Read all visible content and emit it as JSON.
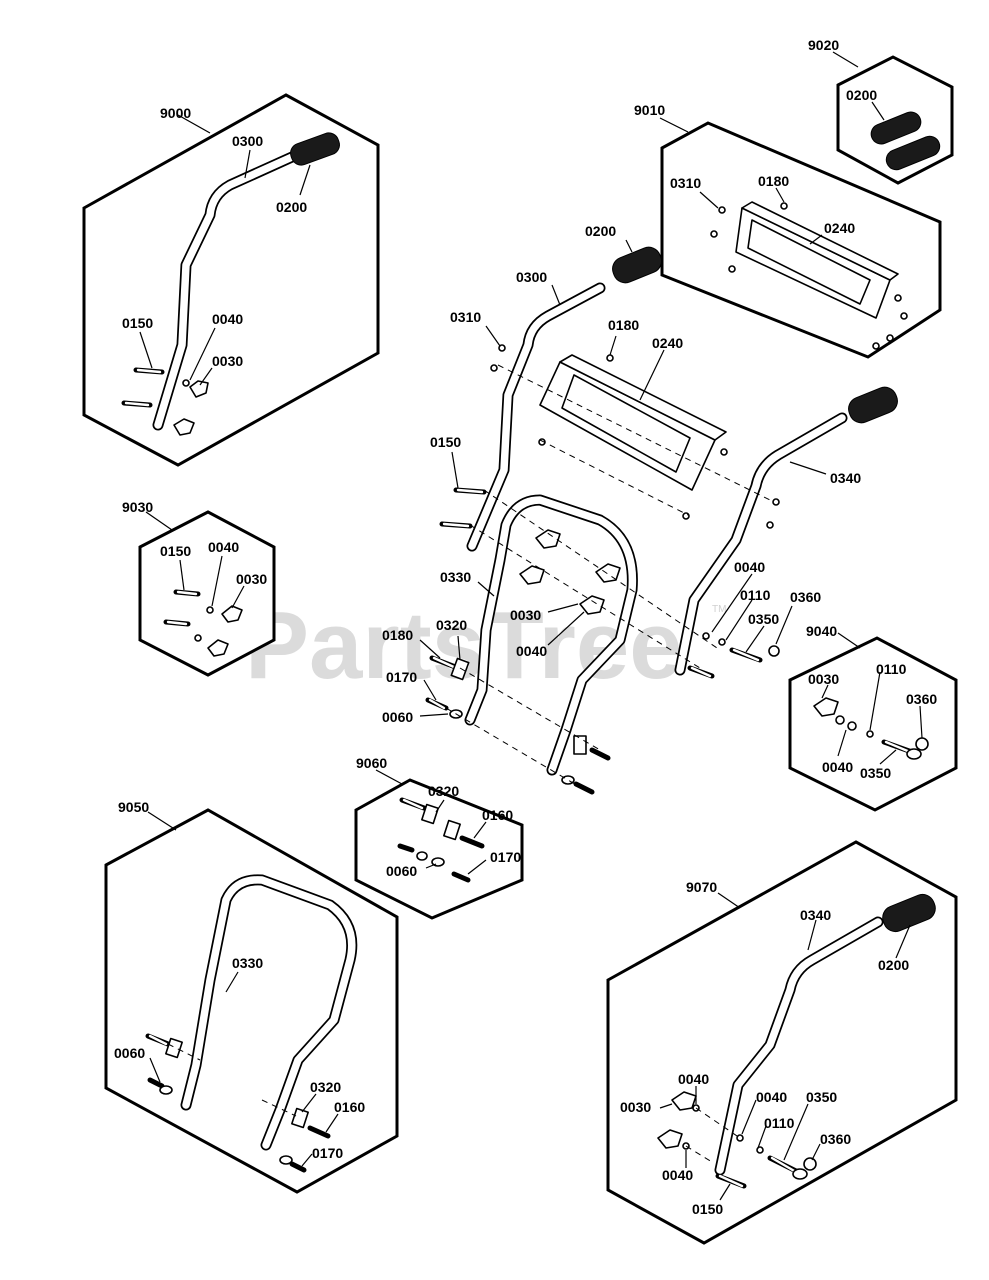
{
  "watermark": {
    "text": "PartsTree",
    "tm": "TM"
  },
  "kits": [
    {
      "id": "9000"
    },
    {
      "id": "9010"
    },
    {
      "id": "9020"
    },
    {
      "id": "9030"
    },
    {
      "id": "9040"
    },
    {
      "id": "9050"
    },
    {
      "id": "9060"
    },
    {
      "id": "9070"
    }
  ],
  "callouts": {
    "k9000": [
      "0300",
      "0200",
      "0150",
      "0040",
      "0030"
    ],
    "k9010": [
      "0310",
      "0180",
      "0240"
    ],
    "k9020": [
      "0200"
    ],
    "main": [
      "0200",
      "0300",
      "0310",
      "0180",
      "0240",
      "0150",
      "0340",
      "0330",
      "0030",
      "0040",
      "0110",
      "0360",
      "0350",
      "0040",
      "0320",
      "0180",
      "0170",
      "0060"
    ],
    "k9030": [
      "0150",
      "0040",
      "0030"
    ],
    "k9040": [
      "0030",
      "0110",
      "0360",
      "0040",
      "0350"
    ],
    "k9060": [
      "0320",
      "0160",
      "0170",
      "0060"
    ],
    "k9050": [
      "0330",
      "0060",
      "0320",
      "0160",
      "0170"
    ],
    "k9070": [
      "0340",
      "0200",
      "0040",
      "0040",
      "0350",
      "0030",
      "0110",
      "0360",
      "0040",
      "0150"
    ]
  },
  "colors": {
    "line": "#000000",
    "grip": "#1a1a1a",
    "watermark": "#d8d8d8",
    "background": "#ffffff"
  }
}
